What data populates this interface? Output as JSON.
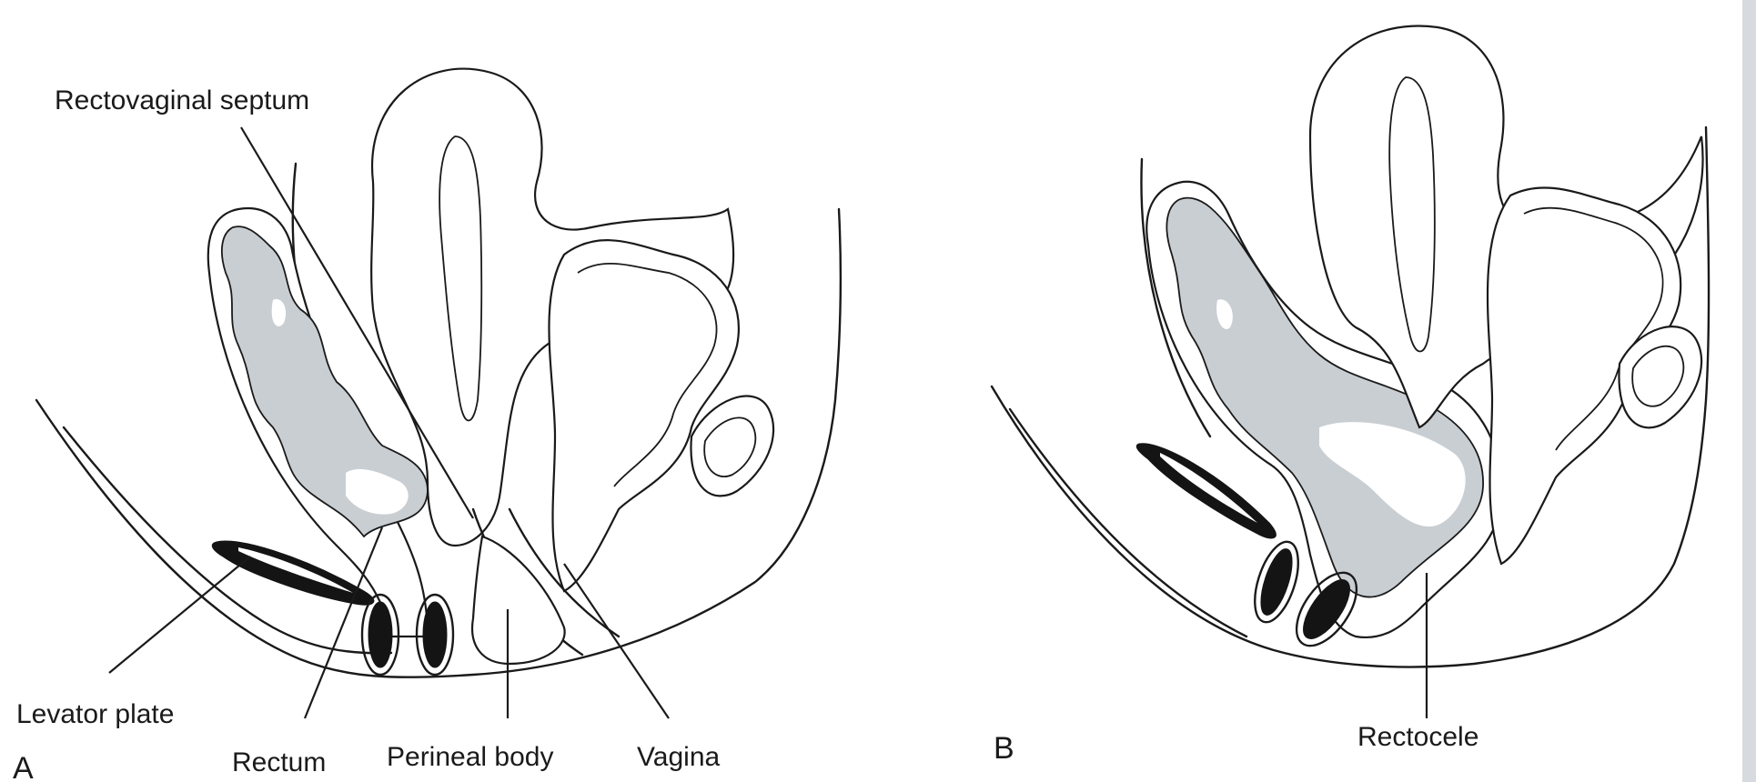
{
  "panel_a": {
    "letter": "A",
    "labels": {
      "rectovaginal_septum": "Rectovaginal septum",
      "levator_plate": "Levator plate",
      "rectum": "Rectum",
      "perineal_body": "Perineal body",
      "vagina": "Vagina"
    }
  },
  "panel_b": {
    "letter": "B",
    "labels": {
      "rectocele": "Rectocele"
    }
  },
  "colors": {
    "line": "#1a1a1a",
    "rectal_lumen_shading": "#c9ced3",
    "background": "#ffffff"
  }
}
